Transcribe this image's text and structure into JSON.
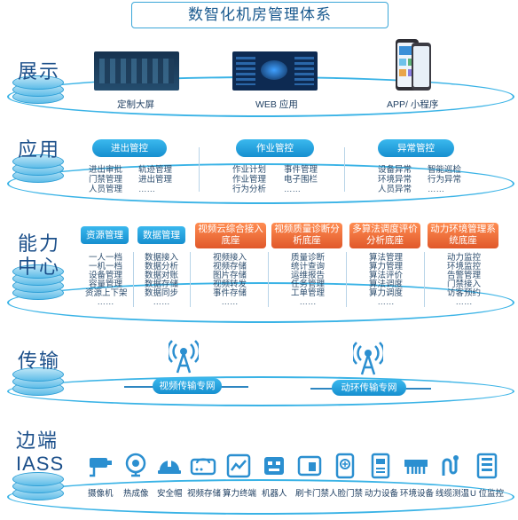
{
  "title": "数智化机房管理体系",
  "layers": {
    "display": "展示",
    "app": "应用",
    "capability_1": "能力",
    "capability_2": "中心",
    "transport": "传输",
    "edge_1": "边端",
    "edge_2": "IASS"
  },
  "display": {
    "items": [
      "定制大屏",
      "WEB 应用",
      "APP/ 小程序"
    ]
  },
  "app": {
    "groups": [
      {
        "title": "进出管控",
        "col1": [
          "进出审批",
          "门禁管理",
          "人员管理"
        ],
        "col2": [
          "轨迹管理",
          "进出管理",
          "……"
        ]
      },
      {
        "title": "作业管控",
        "col1": [
          "作业计划",
          "作业管理",
          "行为分析"
        ],
        "col2": [
          "事件管理",
          "电子围栏",
          "……"
        ]
      },
      {
        "title": "异常管控",
        "col1": [
          "设备异常",
          "环境异常",
          "人员异常"
        ],
        "col2": [
          "智能巡检",
          "行为异常",
          "……"
        ]
      }
    ]
  },
  "capability": {
    "columns": [
      {
        "title": "资源管理",
        "items": [
          "一人一档",
          "一机一档",
          "设备管理",
          "容量管理",
          "资源上下架",
          "……"
        ]
      },
      {
        "title": "数据管理",
        "items": [
          "数据接入",
          "数据分析",
          "数据对账",
          "数据存储",
          "数据同步",
          "……"
        ]
      },
      {
        "title": "视频云综合接入底座",
        "items": [
          "视频接入",
          "视频存储",
          "图片存储",
          "视频转发",
          "事件存储",
          "……"
        ]
      },
      {
        "title": "视频质量诊断分析底座",
        "items": [
          "质量诊断",
          "统计查询",
          "运维报告",
          "任务管理",
          "工单管理",
          "……"
        ]
      },
      {
        "title": "多算法调度评价分析底座",
        "items": [
          "算法管理",
          "算力管理",
          "算法评价",
          "算法调度",
          "算力调度",
          "……"
        ]
      },
      {
        "title": "动力环境管理系统底座",
        "items": [
          "动力监控",
          "环境监控",
          "告警管理",
          "门禁接入",
          "访客预约",
          "……"
        ]
      }
    ]
  },
  "transport": {
    "networks": [
      "视频传输专网",
      "动环传输专网"
    ]
  },
  "edge": {
    "devices": [
      {
        "label": "摄像机",
        "icon": "camera-icon"
      },
      {
        "label": "热成像",
        "icon": "thermal-icon"
      },
      {
        "label": "安全帽",
        "icon": "helmet-icon"
      },
      {
        "label": "视频存储",
        "icon": "storage-icon"
      },
      {
        "label": "算力终端",
        "icon": "compute-icon"
      },
      {
        "label": "机器人",
        "icon": "robot-icon"
      },
      {
        "label": "刷卡门禁",
        "icon": "card-icon"
      },
      {
        "label": "人脸门禁",
        "icon": "face-icon"
      },
      {
        "label": "动力设备",
        "icon": "power-icon"
      },
      {
        "label": "环境设备",
        "icon": "env-icon"
      },
      {
        "label": "线缆测温",
        "icon": "cable-icon"
      },
      {
        "label": "U 位监控",
        "icon": "rack-icon"
      }
    ]
  },
  "colors": {
    "blue": "#1a98d5",
    "orange": "#e8612f",
    "line": "#3ab3e6"
  }
}
